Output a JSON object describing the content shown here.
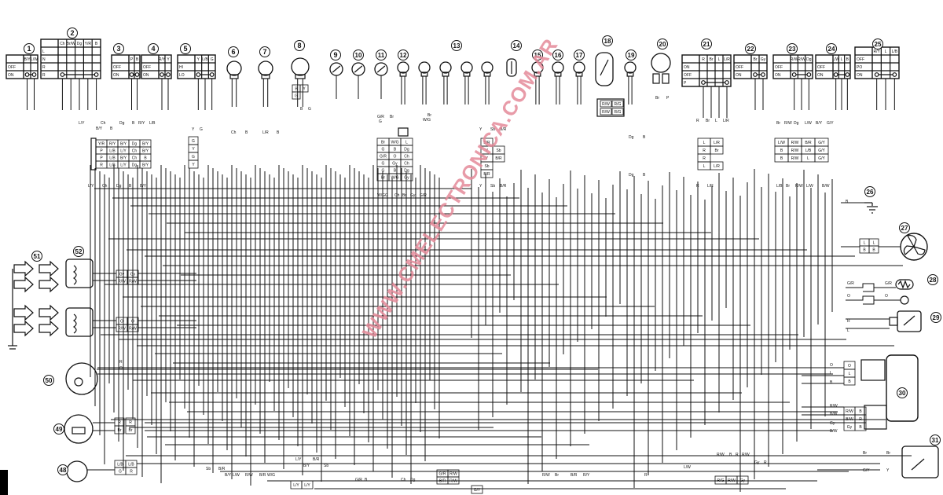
{
  "watermark": "WWW.CMELECTRONICA.COM.AR",
  "switch_states": {
    "off": "OFF",
    "on": "ON",
    "hi": "HI",
    "lo": "LO",
    "p": "P",
    "po": "PO"
  },
  "callouts": [
    "1",
    "2",
    "3",
    "4",
    "5",
    "6",
    "7",
    "8",
    "9",
    "10",
    "11",
    "12",
    "13",
    "14",
    "15",
    "16",
    "17",
    "18",
    "19",
    "20",
    "21",
    "22",
    "23",
    "24",
    "25",
    "26",
    "27",
    "28",
    "29",
    "30",
    "31",
    "48",
    "49",
    "50",
    "51",
    "52"
  ],
  "wire_codes": {
    "sw1_head": [
      "B/Y",
      "L/W"
    ],
    "sw2_head": [
      "Ch",
      "Br/W",
      "Dg",
      "Y/R",
      "B"
    ],
    "sw2_rows": [
      "L",
      "N",
      "R"
    ],
    "sw3_head": [
      "P",
      "B"
    ],
    "sw4_head": [
      "R/Y",
      "Y"
    ],
    "sw5_head": [
      "Y",
      "L/B",
      "G"
    ],
    "sw21_head": [
      "R",
      "Br",
      "L",
      "L/R"
    ],
    "sw22_head": [
      "Br",
      "Gy"
    ],
    "sw23_head": [
      "R/W",
      "R/W",
      "Dg"
    ],
    "sw24_head": [
      "L/W",
      "L",
      "B"
    ],
    "sw25_head": [
      "R/Y",
      "L",
      "L/B"
    ],
    "conn_left": [
      [
        "Y/R",
        "R/Y",
        "B/Y",
        "Dg",
        "B/Y"
      ],
      [
        "P",
        "L/B",
        "L/Y",
        "Ch",
        "B/Y"
      ],
      [
        "P",
        "L/B",
        "B/Y",
        "Ch",
        "B"
      ],
      [
        "R",
        "L/B",
        "L/Y",
        "Dg",
        "B/Y"
      ]
    ],
    "conn_left_top": [
      "L/Y",
      "Ch",
      "Dg",
      "B",
      "R/Y",
      "L/B"
    ],
    "conn_mid": [
      [
        "Br",
        "W/G",
        "L"
      ],
      [
        "G",
        "B",
        "Dg"
      ],
      [
        "G/R",
        "O",
        "Ch"
      ],
      [
        "G",
        "Gy",
        "Ch"
      ],
      [
        "G",
        "B",
        "Dg"
      ],
      [
        "Br",
        "W/G",
        "Gy"
      ]
    ],
    "conn_mid_bottom": [
      "W/G",
      "G",
      "Ch",
      "Br",
      "Gy",
      "G/R"
    ],
    "conn_mid2": [
      [
        "B/R"
      ],
      [
        "Y",
        "Sb"
      ],
      [
        "Y",
        "B/R"
      ],
      [
        "Sb"
      ],
      [
        "B/R"
      ]
    ],
    "conn_mid2_top": [
      "Y",
      "Sb",
      "B/R"
    ],
    "conn_r1": [
      [
        "L",
        "L/R"
      ],
      [
        "R",
        "Br"
      ],
      [
        "R"
      ],
      [
        "L",
        "L/R"
      ]
    ],
    "conn_r2": [
      [
        "L/W",
        "R/W",
        "B/R",
        "G/Y"
      ],
      [
        "B",
        "R/W",
        "L/B",
        "G/Y"
      ],
      [
        "B",
        "R/W",
        "L",
        "G/Y"
      ]
    ],
    "conn_r2_top": [
      "Br",
      "R/W",
      "Dg",
      "L/W",
      "B/Y",
      "G/Y"
    ],
    "conn_r2_bottom": [
      "L/B",
      "Br",
      "R/W",
      "L/W",
      "B/W"
    ],
    "bulbs": [
      "Ch",
      "B",
      "L/R",
      "B",
      "Dg",
      "B"
    ],
    "misc": [
      "B/Y",
      "B",
      "Gy",
      "G/R",
      "G/R",
      "R",
      "L",
      "O",
      "B",
      "R/W",
      "B/W",
      "Gy",
      "R",
      "B",
      "R",
      "Br",
      "G/Y",
      "Br",
      "Y",
      "R/W",
      "R/G",
      "R/W",
      "R/G",
      "R/W",
      "Gy",
      "L/B",
      "L/B",
      "R",
      "Br",
      "Gy",
      "Gy",
      "R/W",
      "O",
      "O",
      "B",
      "O",
      "Sb",
      "B/R",
      "B/Y",
      "L/W",
      "R/W",
      "W/G",
      "G/R",
      "R/W",
      "R/Y",
      "B/Y",
      "G/R",
      "B/R",
      "L/W",
      "L/Y",
      "B/R",
      "Sb",
      "B/R",
      "R/W",
      "Br",
      "B/R",
      "R/Y",
      "R/W",
      "L/W",
      "R",
      "R/W",
      "R/W",
      "Gy",
      "R",
      "Ch",
      "Dg",
      "B",
      "R"
    ]
  }
}
